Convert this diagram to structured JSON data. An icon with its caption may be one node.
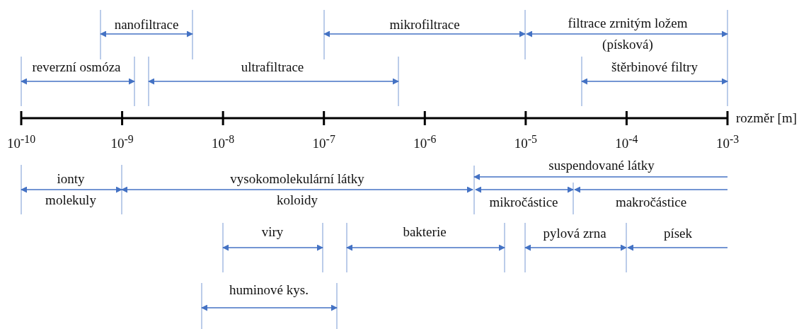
{
  "diagram": {
    "labels": [
      "nanofiltrace",
      "mikrofiltrace",
      "filtrace zrnitým ložem (písková)",
      "reverzní osmóza",
      "ultrafiltrace",
      "štěrbinové filtry",
      "rozměr [m]",
      "10$^{-10}$",
      "10$^{-9}$",
      "10$^{-8}$",
      "10$^{-7}$",
      "10$^{-6}$",
      "10$^{-5}$",
      "10$^{-4}$",
      "10$^{-3}$",
      "suspendované látky",
      "ionty molekuly",
      "vysokomolekulární látky koloidy",
      "mikročástice",
      "makročástice",
      "viry",
      "bakterie",
      "pylová zrna",
      "písek",
      "huminové kys."
    ]
  }
}
